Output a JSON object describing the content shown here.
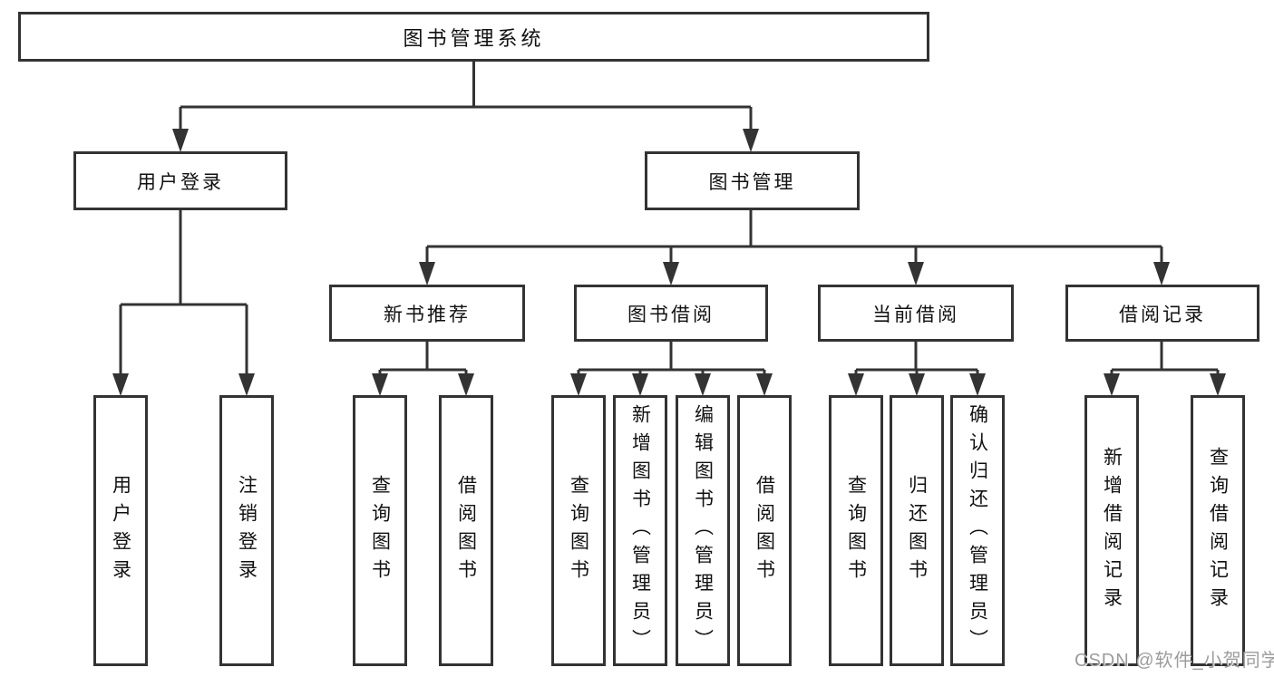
{
  "tree": {
    "label": "图书管理系统",
    "children": [
      {
        "label": "用户登录",
        "children": [
          {
            "label": "用户登录"
          },
          {
            "label": "注销登录"
          }
        ]
      },
      {
        "label": "图书管理",
        "children": [
          {
            "label": "新书推荐",
            "children": [
              {
                "label": "查询图书"
              },
              {
                "label": "借阅图书"
              }
            ]
          },
          {
            "label": "图书借阅",
            "children": [
              {
                "label": "查询图书"
              },
              {
                "label": "新增图书（管理员）"
              },
              {
                "label": "编辑图书（管理员）"
              },
              {
                "label": "借阅图书"
              }
            ]
          },
          {
            "label": "当前借阅",
            "children": [
              {
                "label": "查询图书"
              },
              {
                "label": "归还图书"
              },
              {
                "label": "确认归还（管理员）"
              }
            ]
          },
          {
            "label": "借阅记录",
            "children": [
              {
                "label": "新增借阅记录"
              },
              {
                "label": "查询借阅记录"
              }
            ]
          }
        ]
      }
    ]
  },
  "watermark": {
    "text": "CSDN @软件_小贺同学"
  },
  "colors": {
    "line": "#333333",
    "box_border": "#333333",
    "text": "#111111",
    "watermark": "#9c9c9c",
    "background": "#ffffff"
  }
}
